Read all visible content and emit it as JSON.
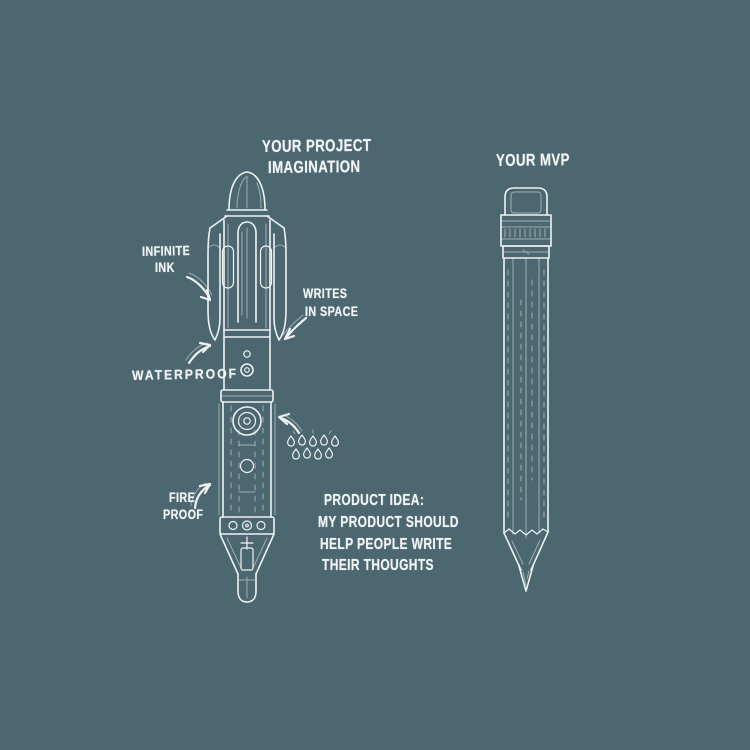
{
  "page": {
    "background_color": "#4d6770",
    "ink_color": "#edf2f3"
  },
  "imagination_section": {
    "title": {
      "line1": "YOUR PROJECT",
      "line2": "IMAGINATION"
    },
    "callout_infinite_ink": {
      "line1": "INFINITE",
      "line2": "INK"
    },
    "callout_writes_in_space": {
      "line1": "WRITES",
      "line2": "IN SPACE"
    },
    "callout_waterproof": {
      "line1": "WATERPROOF"
    },
    "callout_fire_proof": {
      "line1": "FIRE",
      "line2": "PROOF"
    },
    "product_idea": {
      "line1": "PRODUCT IDEA:",
      "line2": "MY PRODUCT SHOULD",
      "line3": "HELP PEOPLE WRITE",
      "line4": "THEIR THOUGHTS"
    },
    "icons": {
      "pen": "rocket-space-pen-sketch",
      "droplets": "water-droplets-icon",
      "arrows": "curved-arrow-icon"
    }
  },
  "mvp_section": {
    "title": {
      "line1": "YOUR MVP"
    },
    "icons": {
      "pencil": "pencil-sketch"
    }
  }
}
